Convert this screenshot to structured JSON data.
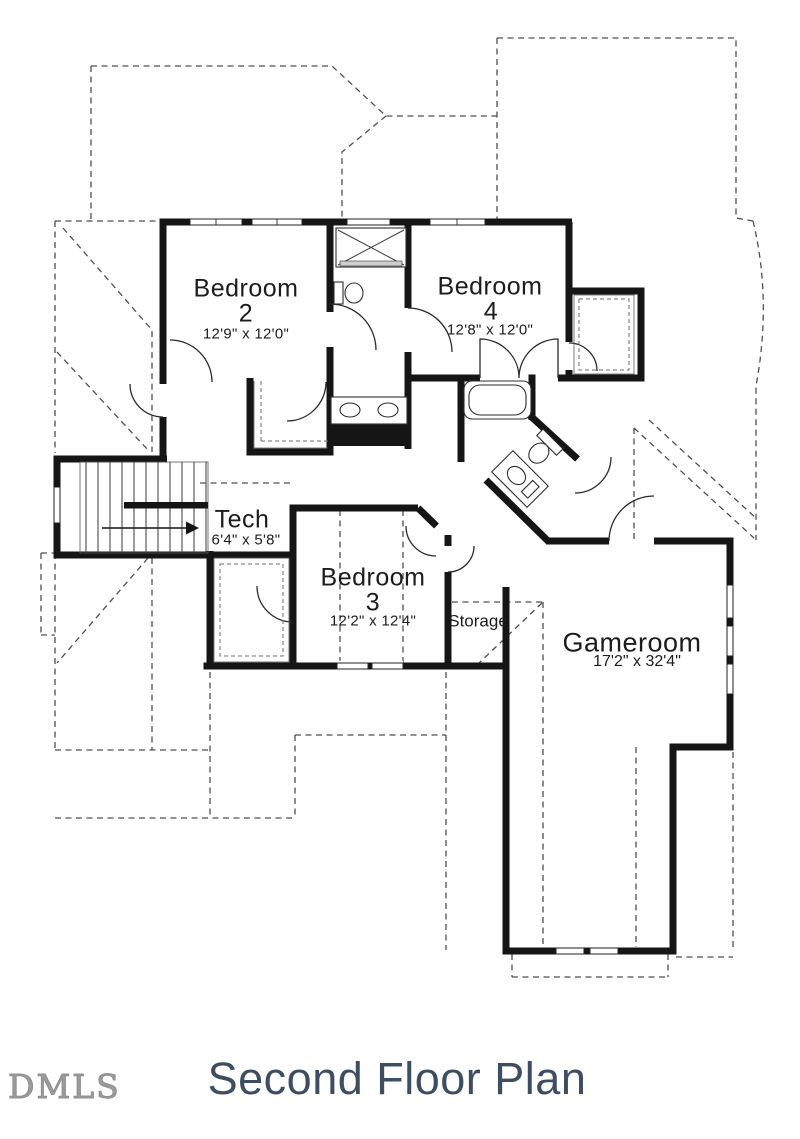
{
  "document": {
    "title": "Second Floor Plan",
    "watermark": "DMLS"
  },
  "colors": {
    "background": "#ffffff",
    "wall": "#151515",
    "thin_line": "#3a3a3a",
    "dashed_line": "#4f4f4f",
    "closet_dash": "#6e6e6e",
    "title_text": "#3e4e62",
    "watermark_text": "#9b9b9b",
    "label_text": "#1c1c1c"
  },
  "rooms": {
    "bedroom2": {
      "name": "Bedroom",
      "number": "2",
      "dimensions": "12'9\" x 12'0\""
    },
    "bedroom4": {
      "name": "Bedroom",
      "number": "4",
      "dimensions": "12'8\" x 12'0\""
    },
    "bedroom3": {
      "name": "Bedroom",
      "number": "3",
      "dimensions": "12'2\" x 12'4\""
    },
    "tech": {
      "name": "Tech",
      "dimensions": "6'4\" x 5'8\""
    },
    "storage": {
      "name": "Storage"
    },
    "gameroom": {
      "name": "Gameroom",
      "dimensions": "17'2\" x 32'4\""
    }
  },
  "stairs": {
    "direction": "up",
    "arrow": "right"
  },
  "fixtures": [
    "staircase",
    "shower",
    "toilet",
    "double-sink-vanity",
    "linen-double-doors",
    "bathtub",
    "corner-toilet",
    "corner-vanity",
    "closet-shelving"
  ]
}
